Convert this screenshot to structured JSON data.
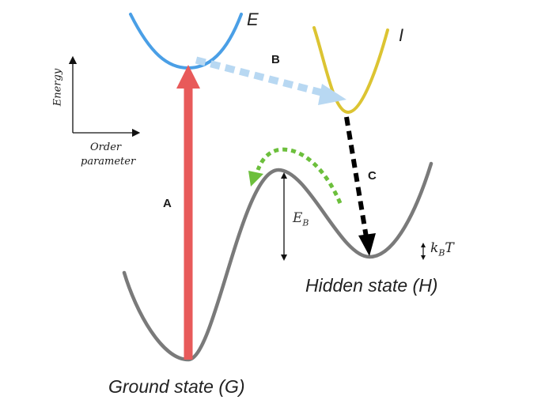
{
  "labels": {
    "curve_e": "E",
    "curve_i": "I",
    "arrow_a": "A",
    "arrow_b": "B",
    "arrow_c": "C",
    "axis_energy": "Energy",
    "axis_order_1": "Order",
    "axis_order_2": "parameter",
    "barrier_main": "E",
    "barrier_sub": "B",
    "thermal_k": "k",
    "thermal_sub": "B",
    "thermal_t": "T",
    "ground_state": "Ground state (G)",
    "hidden_state": "Hidden state (H)"
  },
  "colors": {
    "ground_curve": "#7a7a7a",
    "excited_curve": "#4a9fe6",
    "intermediate_curve": "#dcc432",
    "arrow_a": "#e85a5a",
    "arrow_b": "#b8d8f2",
    "arrow_c": "#000000",
    "thermal_arrow": "#6cbf3c"
  }
}
